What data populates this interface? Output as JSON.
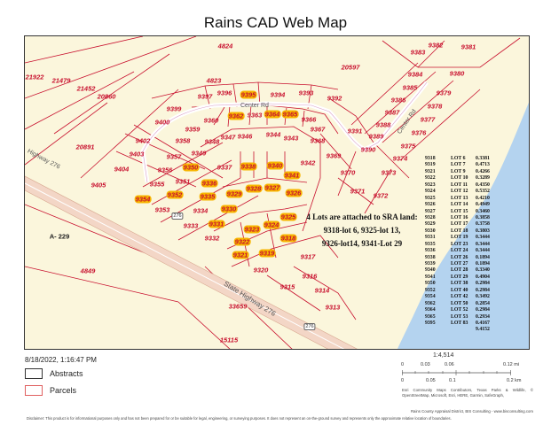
{
  "title": "Rains CAD Web Map",
  "colors": {
    "land": "#fbf6dc",
    "water": "#b4d3ef",
    "parcel_line": "#c8102e",
    "highlight": "#f7b500",
    "road": "#ffffff"
  },
  "map": {
    "roads": {
      "center_rd_1": "Center Rd",
      "center_rd_2": "Center Rd",
      "highway_1": "Highway 276",
      "highway_2": "State Highway 276",
      "shield_1": "276",
      "shield_2": "276"
    },
    "parcels": [
      {
        "id": "4824",
        "highlighted": false
      },
      {
        "id": "4823",
        "highlighted": false
      },
      {
        "id": "20597",
        "highlighted": false
      },
      {
        "id": "21922",
        "highlighted": false
      },
      {
        "id": "21479",
        "highlighted": false
      },
      {
        "id": "21452",
        "highlighted": false
      },
      {
        "id": "20860",
        "highlighted": false
      },
      {
        "id": "20891",
        "highlighted": false
      },
      {
        "id": "A- 229",
        "highlighted": false
      },
      {
        "id": "4849",
        "highlighted": false
      },
      {
        "id": "33659",
        "highlighted": false
      },
      {
        "id": "15115",
        "highlighted": false
      },
      {
        "id": "9382",
        "highlighted": false
      },
      {
        "id": "9381",
        "highlighted": false
      },
      {
        "id": "9383",
        "highlighted": false
      },
      {
        "id": "9384",
        "highlighted": false
      },
      {
        "id": "9380",
        "highlighted": false
      },
      {
        "id": "9385",
        "highlighted": false
      },
      {
        "id": "9379",
        "highlighted": false
      },
      {
        "id": "9386",
        "highlighted": false
      },
      {
        "id": "9378",
        "highlighted": false
      },
      {
        "id": "9387",
        "highlighted": false
      },
      {
        "id": "9377",
        "highlighted": false
      },
      {
        "id": "9388",
        "highlighted": false
      },
      {
        "id": "9376",
        "highlighted": false
      },
      {
        "id": "9391",
        "highlighted": false
      },
      {
        "id": "9389",
        "highlighted": false
      },
      {
        "id": "9375",
        "highlighted": false
      },
      {
        "id": "9390",
        "highlighted": false
      },
      {
        "id": "9369",
        "highlighted": false
      },
      {
        "id": "9374",
        "highlighted": false
      },
      {
        "id": "9370",
        "highlighted": false
      },
      {
        "id": "9373",
        "highlighted": false
      },
      {
        "id": "9371",
        "highlighted": false
      },
      {
        "id": "9372",
        "highlighted": false
      },
      {
        "id": "9392",
        "highlighted": false
      },
      {
        "id": "9395",
        "highlighted": true
      },
      {
        "id": "9394",
        "highlighted": false
      },
      {
        "id": "9393",
        "highlighted": false
      },
      {
        "id": "9397",
        "highlighted": false
      },
      {
        "id": "9396",
        "highlighted": false
      },
      {
        "id": "9399",
        "highlighted": false
      },
      {
        "id": "9400",
        "highlighted": false
      },
      {
        "id": "9360",
        "highlighted": false
      },
      {
        "id": "9359",
        "highlighted": false
      },
      {
        "id": "9362",
        "highlighted": true
      },
      {
        "id": "9363",
        "highlighted": false
      },
      {
        "id": "9364",
        "highlighted": true
      },
      {
        "id": "9365",
        "highlighted": true
      },
      {
        "id": "9366",
        "highlighted": false
      },
      {
        "id": "9367",
        "highlighted": false
      },
      {
        "id": "9368",
        "highlighted": false
      },
      {
        "id": "9402",
        "highlighted": false
      },
      {
        "id": "9358",
        "highlighted": false
      },
      {
        "id": "9348",
        "highlighted": false
      },
      {
        "id": "9347",
        "highlighted": false
      },
      {
        "id": "9346",
        "highlighted": false
      },
      {
        "id": "9344",
        "highlighted": false
      },
      {
        "id": "9343",
        "highlighted": false
      },
      {
        "id": "9403",
        "highlighted": false
      },
      {
        "id": "9349",
        "highlighted": false
      },
      {
        "id": "9357",
        "highlighted": false
      },
      {
        "id": "9404",
        "highlighted": false
      },
      {
        "id": "9405",
        "highlighted": false
      },
      {
        "id": "9350",
        "highlighted": true
      },
      {
        "id": "9337",
        "highlighted": false
      },
      {
        "id": "9338",
        "highlighted": true
      },
      {
        "id": "9340",
        "highlighted": true
      },
      {
        "id": "9341",
        "highlighted": true
      },
      {
        "id": "9342",
        "highlighted": false
      },
      {
        "id": "9356",
        "highlighted": false
      },
      {
        "id": "9351",
        "highlighted": false
      },
      {
        "id": "9355",
        "highlighted": false
      },
      {
        "id": "9336",
        "highlighted": true
      },
      {
        "id": "9335",
        "highlighted": true
      },
      {
        "id": "9329",
        "highlighted": true
      },
      {
        "id": "9328",
        "highlighted": true
      },
      {
        "id": "9327",
        "highlighted": true
      },
      {
        "id": "9326",
        "highlighted": true
      },
      {
        "id": "9354",
        "highlighted": true
      },
      {
        "id": "9352",
        "highlighted": true
      },
      {
        "id": "9353",
        "highlighted": false
      },
      {
        "id": "9330",
        "highlighted": true
      },
      {
        "id": "9334",
        "highlighted": false
      },
      {
        "id": "9325",
        "highlighted": true
      },
      {
        "id": "9331",
        "highlighted": true
      },
      {
        "id": "9324",
        "highlighted": true
      },
      {
        "id": "9323",
        "highlighted": true
      },
      {
        "id": "9333",
        "highlighted": false
      },
      {
        "id": "9332",
        "highlighted": false
      },
      {
        "id": "9322",
        "highlighted": true
      },
      {
        "id": "9318",
        "highlighted": true
      },
      {
        "id": "9321",
        "highlighted": true
      },
      {
        "id": "9319",
        "highlighted": true
      },
      {
        "id": "9317",
        "highlighted": false
      },
      {
        "id": "9320",
        "highlighted": false
      },
      {
        "id": "9316",
        "highlighted": false
      },
      {
        "id": "9315",
        "highlighted": false
      },
      {
        "id": "9314",
        "highlighted": false
      },
      {
        "id": "9313",
        "highlighted": false
      }
    ],
    "note": {
      "line1": "4 Lots are attached to SRA land:",
      "line2": "9318-lot 6, 9325-lot 13,",
      "line3": "9326-lot14, 9341-Lot 29"
    },
    "lots_table": {
      "rows": [
        [
          "9318",
          "LOT 6",
          "0.3381"
        ],
        [
          "9319",
          "LOT 7",
          "0.4713"
        ],
        [
          "9321",
          "LOT 9",
          "0.4266"
        ],
        [
          "9322",
          "LOT 10",
          "0.3289"
        ],
        [
          "9323",
          "LOT 11",
          "0.4350"
        ],
        [
          "9324",
          "LOT 12",
          "0.5352"
        ],
        [
          "9325",
          "LOT 13",
          "0.4210"
        ],
        [
          "9326",
          "LOT 14",
          "0.4949"
        ],
        [
          "9327",
          "LOT 15",
          "0.3460"
        ],
        [
          "9328",
          "LOT 16",
          "0.3858"
        ],
        [
          "9329",
          "LOT 17",
          "0.3758"
        ],
        [
          "9330",
          "LOT 18",
          "0.3803"
        ],
        [
          "9331",
          "LOT 19",
          "0.3444"
        ],
        [
          "9335",
          "LOT 23",
          "0.3444"
        ],
        [
          "9336",
          "LOT 24",
          "0.3444"
        ],
        [
          "9338",
          "LOT 26",
          "0.1894"
        ],
        [
          "9339",
          "LOT 27",
          "0.1894"
        ],
        [
          "9340",
          "LOT 28",
          "0.3340"
        ],
        [
          "9341",
          "LOT 29",
          "0.4904"
        ],
        [
          "9350",
          "LOT 38",
          "0.2984"
        ],
        [
          "9352",
          "LOT 40",
          "0.2984"
        ],
        [
          "9354",
          "LOT 42",
          "0.3492"
        ],
        [
          "9362",
          "LOT 50",
          "0.2854"
        ],
        [
          "9364",
          "LOT 52",
          "0.2984"
        ],
        [
          "9365",
          "LOT 53",
          "0.2934"
        ],
        [
          "9395",
          "LOT 83",
          "0.4167"
        ]
      ],
      "total": "9.4152"
    }
  },
  "footer": {
    "timestamp": "8/18/2022, 1:16:47 PM",
    "legend": [
      {
        "label": "Abstracts",
        "color": "#333333"
      },
      {
        "label": "Parcels",
        "color": "#e06060"
      }
    ],
    "scale": {
      "ratio": "1:4,514",
      "mi_ticks": [
        "0",
        "0.03",
        "0.06",
        "0.12 mi"
      ],
      "km_ticks": [
        "0",
        "0.05",
        "0.1",
        "0.2 km"
      ]
    },
    "attribution": "Esri Community Maps Contributors, Texas Parks & Wildlife, © OpenStreetMap, Microsoft, Esri, HERE, Garmin, SafeGraph,",
    "credit": "Rains County Appraisal District, BIS Consulting - www.bisconsulting.com",
    "disclaimer": "Disclaimer: This product is for informational purposes only and has not been prepared for or be suitable for legal, engineering, or surveying purposes. It does not represent an on-the-ground survey and represents only the approximate relative location of boundaries."
  }
}
